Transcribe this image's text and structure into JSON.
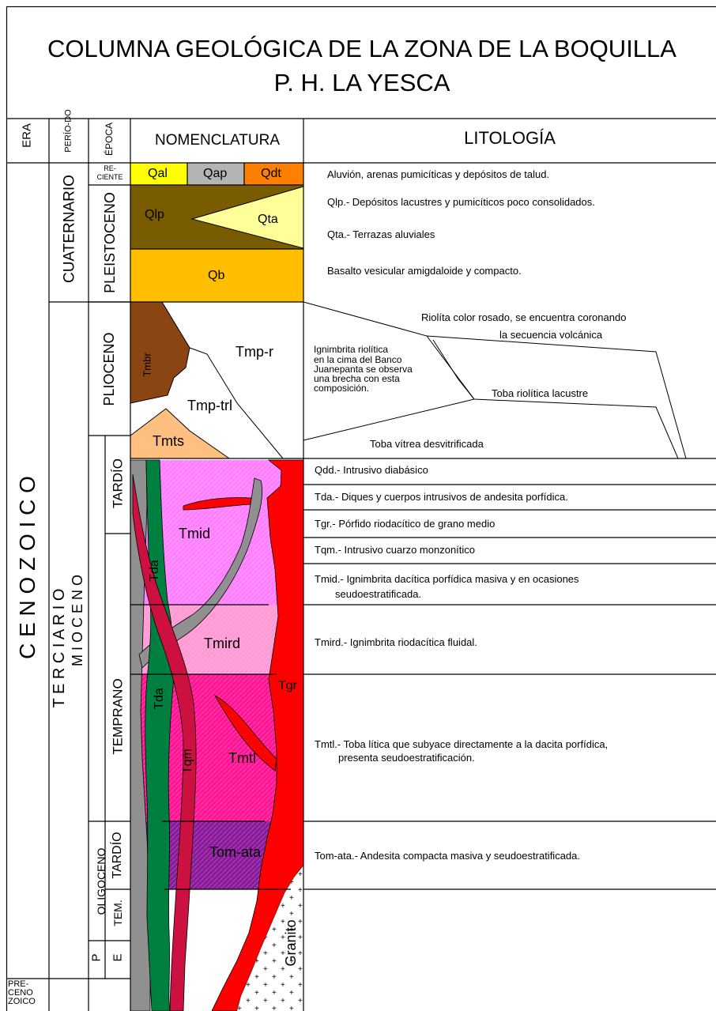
{
  "title": {
    "line1": "COLUMNA  GEOLÓGICA DE LA ZONA DE LA BOQUILLA",
    "line2": "P. H. LA YESCA"
  },
  "headers": {
    "era": "ERA",
    "periodo": "PERÍO-DO",
    "epoca": "ÉPOCA",
    "nomenclatura": "NOMENCLATURA",
    "litologia": "LITOLOGÍA"
  },
  "eras": {
    "cenozoico": "C E N O Z O I C O",
    "precenozoico": [
      "PRE-",
      "CENO",
      "ZOICO"
    ]
  },
  "periods": {
    "cuaternario": "CUATERNARIO",
    "terciario": "T E R C I A R I O"
  },
  "epochs": {
    "reciente": [
      "RE-",
      "CIENTE"
    ],
    "pleistoceno": "PLEISTOCENO",
    "plioceno": "PLIOCENO",
    "mioceno": "M I O C E N O",
    "tardio_mioceno": "TARDÍO",
    "temprano": "TEMPRANO",
    "oligoceno": "OLIGOCENO",
    "tardio_oligoceno": "TARDÍO",
    "temprano_oligoceno": "TEM.",
    "paleoceno": "P",
    "eoceno": "E"
  },
  "units": {
    "qal": "Qal",
    "qap": "Qap",
    "qdt": "Qdt",
    "qlp": "Qlp",
    "qta": "Qta",
    "qb": "Qb",
    "tmbr": "Tmbr",
    "tmp_r": "Tmp-r",
    "tmp_trl": "Tmp-trl",
    "tmts": "Tmts",
    "tmid": "Tmid",
    "tda_upper": "Tda",
    "tmird": "Tmird",
    "tgr": "Tgr",
    "tda_lower": "Tda",
    "tqm": "Tqm",
    "tmtl": "Tmtl",
    "tom_ata": "Tom-ata",
    "granito": "Granito"
  },
  "lithology": {
    "aluvion": "Aluvión, arenas pumicíticas y depósitos de talud.",
    "qlp": "Qlp.- Depósitos lacustres y pumicíticos poco consolidados.",
    "qta": "Qta.- Terrazas aluviales",
    "basalto": "Basalto vesicular amigdaloide y compacto.",
    "riolita_1": "Riolíta color rosado, se encuentra coronando",
    "riolita_2": "la secuencia volcánica",
    "ignimbrita": [
      "Ignimbrita riolítica",
      "en la cima del Banco",
      "Juanepanta se observa",
      "una brecha con esta",
      "composición."
    ],
    "toba_lacustre": "Toba riolítica lacustre",
    "toba_vitrea": "Toba vítrea desvitrificada",
    "qdd": "Qdd.- Intrusivo diabásico",
    "tda": "Tda.- Diques y cuerpos intrusivos de andesita porfídica.",
    "tgr": "Tgr.- Pórfido riodacítico de grano medio",
    "tqm": "Tqm.- Intrusivo cuarzo monzonítico",
    "tmid_1": "Tmid.- Ignimbrita dacítica porfídica masiva y en ocasiones",
    "tmid_2": "seudoestratificada.",
    "tmird": "Tmird.- Ignimbrita riodacítica fluidal.",
    "tmtl_1": "Tmtl.- Toba lítica que subyace directamente a la dacita porfídica,",
    "tmtl_2": "presenta seudoestratificación.",
    "tom_ata": "Tom-ata.- Andesita compacta masiva y seudoestratificada."
  },
  "colors": {
    "qal": "#ffff00",
    "qap": "#b4b4b4",
    "qdt": "#ff8000",
    "qlp": "#7a5c00",
    "qta": "#ffff99",
    "qb": "#ffbf00",
    "tmbr": "#8b4513",
    "tmts": "#ffbf80",
    "tmid": "#ff80ff",
    "tmird": "#ff9ad4",
    "tmtl": "#ff1493",
    "tom_ata": "#8b1a9b",
    "tgr": "#ff0000",
    "tda": "#008040",
    "tqm": "#cc1040",
    "qdd": "#909090"
  }
}
